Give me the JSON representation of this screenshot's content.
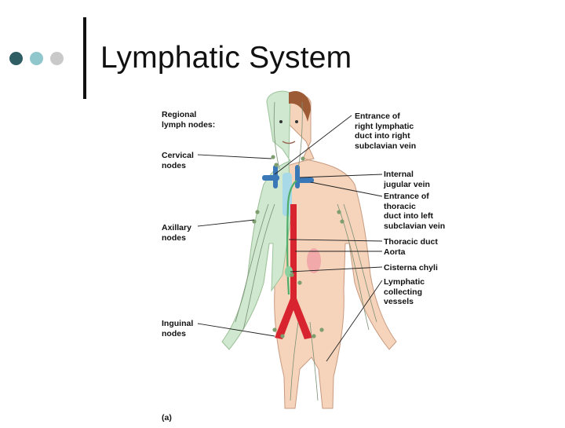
{
  "slide": {
    "title": "Lymphatic System"
  },
  "colors": {
    "dot_1": "#2e5e64",
    "dot_2": "#8fc7cc",
    "dot_3": "#c9c9c9",
    "lymph_region": "#cfe8cf",
    "skin": "#f5d4bb",
    "vein": "#3a78b7",
    "artery": "#d8242f",
    "trachea": "#a7d9e8",
    "hair": "#9c5a35"
  },
  "labels": {
    "regional_nodes": "Regional\nlymph nodes:",
    "cervical": "Cervical\nnodes",
    "axillary": "Axillary\nnodes",
    "inguinal": "Inguinal\nnodes",
    "entrance_right": "Entrance of\nright lymphatic\nduct into right\nsubclavian vein",
    "internal_jugular": "Internal\njugular vein",
    "entrance_thoracic": "Entrance of\nthoracic\nduct into left\nsubclavian vein",
    "thoracic_duct": "Thoracic duct",
    "aorta": "Aorta",
    "cisterna_chyli": "Cisterna chyli",
    "lymphatic_vessels": "Lymphatic\ncollecting\nvessels",
    "panel": "(a)"
  }
}
